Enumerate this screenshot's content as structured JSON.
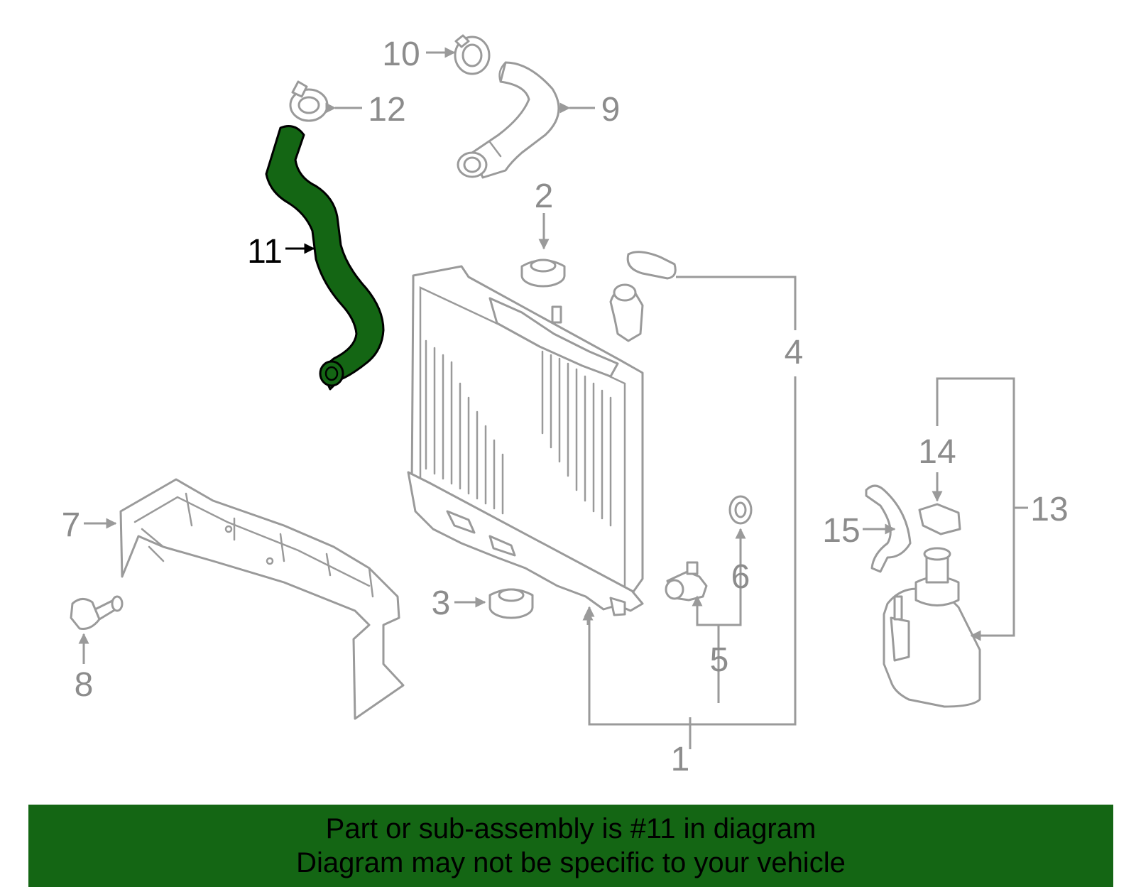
{
  "colors": {
    "highlight": "#146614",
    "line": "#9a9a9a",
    "label": "#8c8c8c",
    "banner_bg": "#146614",
    "banner_text": "#000000"
  },
  "callouts": {
    "c1": "1",
    "c2": "2",
    "c3": "3",
    "c4": "4",
    "c5": "5",
    "c6": "6",
    "c7": "7",
    "c8": "8",
    "c9": "9",
    "c10": "10",
    "c11": "11",
    "c12": "12",
    "c13": "13",
    "c14": "14",
    "c15": "15"
  },
  "highlighted_part": "11",
  "banner": {
    "line1": "Part or sub-assembly is #11 in diagram",
    "line2": "Diagram may not be specific to your vehicle"
  }
}
